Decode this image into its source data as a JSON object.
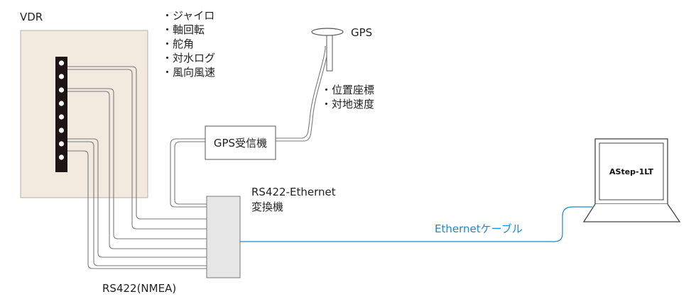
{
  "vdr": {
    "label": "VDR",
    "fill": "#f3eadf",
    "signals": [
      "・ジャイロ",
      "・軸回転",
      "・舵角",
      "・対水ログ",
      "・風向風速"
    ]
  },
  "gps": {
    "label": "GPS",
    "signals": [
      "・位置座標",
      "・対地速度"
    ]
  },
  "gps_receiver": {
    "label": "GPS受信機"
  },
  "converter": {
    "label_line1": "RS422-Ethernet",
    "label_line2": "変換機",
    "fill": "#e6e6e6"
  },
  "cable": {
    "ethernet_label": "Ethernetケーブル",
    "ethernet_color": "#1a8ad4",
    "rs422_label": "RS422(NMEA)",
    "rs422_color": "#7a7a7a"
  },
  "device": {
    "label": "AStep-1LT"
  }
}
